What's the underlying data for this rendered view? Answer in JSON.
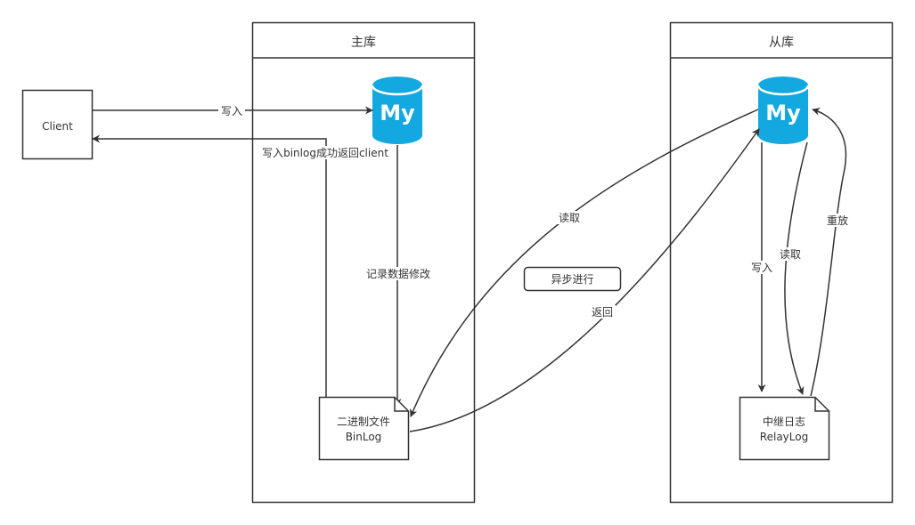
{
  "master": {
    "title": "主库",
    "db_icon": "mysql-icon",
    "binlog": {
      "line1": "二进制文件",
      "line2": "BinLog"
    }
  },
  "slave": {
    "title": "从库",
    "db_icon": "mysql-icon",
    "relaylog": {
      "line1": "中继日志",
      "line2": "RelayLog"
    }
  },
  "client": {
    "label": "Client"
  },
  "db_logo_text": "My",
  "edges": {
    "client_write": "写入",
    "return_client": "写入binlog成功返回client",
    "record_changes": "记录数据修改",
    "read_binlog": "读取",
    "return_binlog": "返回",
    "async_note": "异步进行",
    "slave_write": "写入",
    "slave_read": "读取",
    "replay": "重放"
  },
  "colors": {
    "db_icon": "#13a8e0",
    "line": "#333333",
    "border": "#333333"
  }
}
